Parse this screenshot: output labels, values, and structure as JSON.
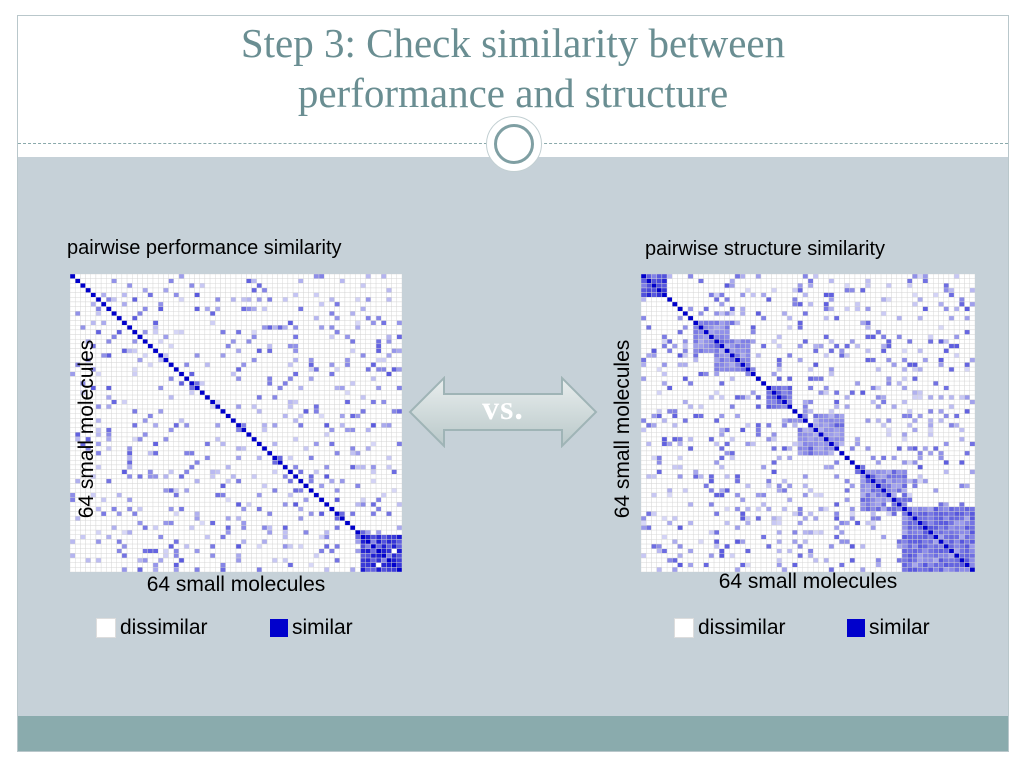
{
  "title": {
    "line1": "Step 3: Check similarity between",
    "line2": "performance and structure"
  },
  "vs_label": "vs.",
  "colors": {
    "accent": "#6a8e92",
    "body_bg": "#c6d1d8",
    "bottom_bar": "#8aabad",
    "similar": "#0000cc",
    "dissimilar": "#ffffff"
  },
  "legend": {
    "dissimilar": "dissimilar",
    "similar": "similar"
  },
  "chart_data": [
    {
      "type": "heatmap",
      "title": "pairwise performance similarity",
      "xlabel": "64 small molecules",
      "ylabel": "64 small molecules",
      "n": 64,
      "colormap": [
        "dissimilar",
        "similar"
      ],
      "diagonal": 1.0,
      "blocks": [
        {
          "rows": [
            56,
            63
          ],
          "cols": [
            56,
            63
          ],
          "value": 0.75
        }
      ],
      "scattered_density": 0.12
    },
    {
      "type": "heatmap",
      "title": "pairwise structure similarity",
      "xlabel": "64 small molecules",
      "ylabel": "64 small molecules",
      "n": 64,
      "colormap": [
        "dissimilar",
        "similar"
      ],
      "diagonal": 1.0,
      "blocks": [
        {
          "rows": [
            0,
            4
          ],
          "cols": [
            0,
            4
          ],
          "value": 0.75
        },
        {
          "rows": [
            10,
            16
          ],
          "cols": [
            10,
            16
          ],
          "value": 0.45
        },
        {
          "rows": [
            14,
            20
          ],
          "cols": [
            14,
            20
          ],
          "value": 0.45
        },
        {
          "rows": [
            24,
            28
          ],
          "cols": [
            24,
            28
          ],
          "value": 0.55
        },
        {
          "rows": [
            30,
            38
          ],
          "cols": [
            30,
            38
          ],
          "value": 0.4
        },
        {
          "rows": [
            42,
            50
          ],
          "cols": [
            42,
            50
          ],
          "value": 0.5
        },
        {
          "rows": [
            50,
            63
          ],
          "cols": [
            50,
            63
          ],
          "value": 0.55
        }
      ],
      "scattered_density": 0.16
    }
  ]
}
